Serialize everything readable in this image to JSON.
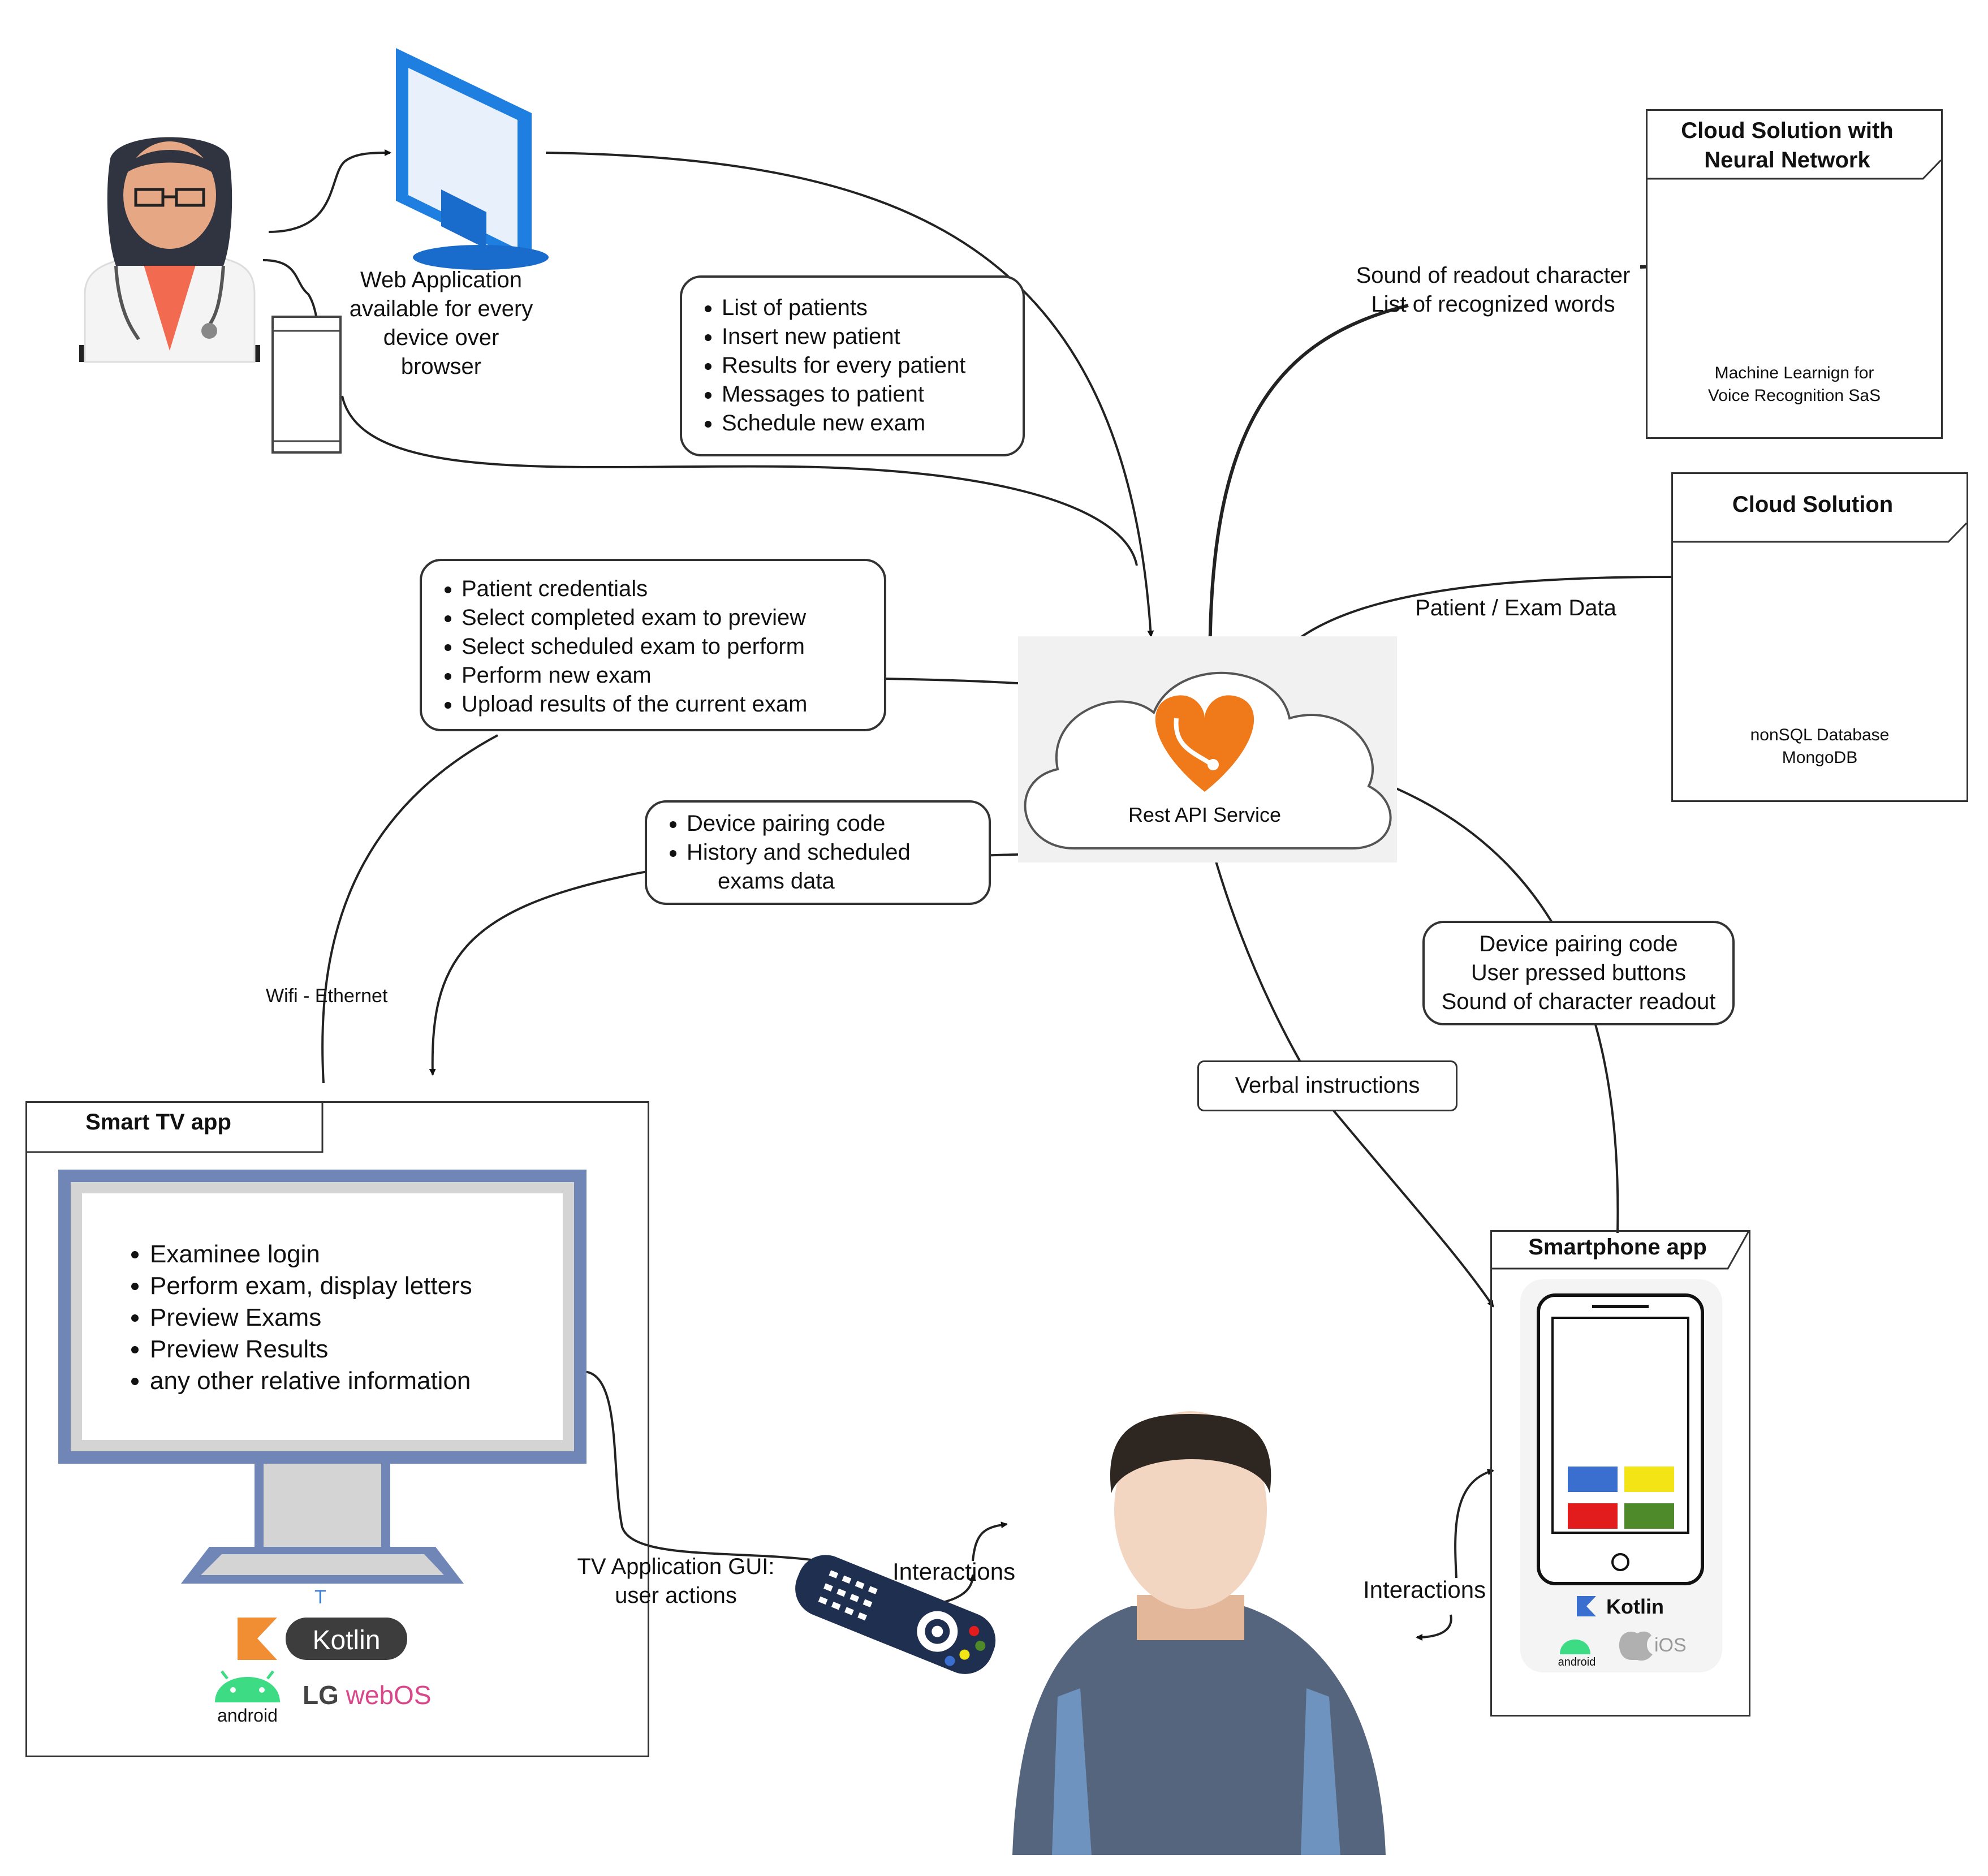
{
  "web_app_caption": [
    "Web  Application",
    "available for every",
    "device over",
    "browser"
  ],
  "doctor_actions": [
    "List of patients",
    "Insert new patient",
    "Results for every patient",
    "Messages to patient",
    "Schedule new exam"
  ],
  "voice_exchange": [
    "Sound of readout character",
    "List of recognized words"
  ],
  "cloud_nn": {
    "title_lines": [
      "Cloud Solution with",
      "Neural Network"
    ],
    "caption_lines": [
      "Machine Learnign for",
      "Voice Recognition SaS"
    ]
  },
  "cloud_db": {
    "title": "Cloud Solution",
    "caption_lines": [
      "nonSQL Database",
      "MongoDB"
    ]
  },
  "patient_exam_data": "Patient / Exam Data",
  "tv_actions": [
    "Patient credentials",
    "Select completed exam to preview",
    "Select scheduled exam to perform",
    "Perform new exam",
    "Upload results of the current exam"
  ],
  "rest_api": "Rest API Service",
  "tv_received": {
    "items": [
      "Device pairing code",
      "History and scheduled"
    ],
    "continuation": "exams data"
  },
  "connection_label": "Wifi - Ethernet",
  "phone_sends": [
    "Device pairing code",
    "User pressed buttons",
    "Sound of character readout"
  ],
  "verbal_instructions": "Verbal instructions",
  "smart_tv": {
    "title": "Smart TV app",
    "screen_items": [
      "Examinee login",
      "Perform exam, display letters",
      "Preview Exams",
      "Preview Results",
      "any other relative information"
    ],
    "stand_mark": "T",
    "kotlin": "Kotlin",
    "android": "android",
    "webos_lg": "LG",
    "webos_os": "webOS"
  },
  "tv_gui_caption": [
    "TV Application GUI:",
    "user actions"
  ],
  "interactions_remote": "Interactions",
  "interactions_phone": "Interactions",
  "smartphone": {
    "title": "Smartphone app",
    "kotlin": "Kotlin",
    "android": "android",
    "ios": "iOS"
  },
  "colors": {
    "monitor_blue": "#1f7fe0",
    "tv_frame": "#6f86b6",
    "heart_orange": "#f07a1a",
    "cloud_blue": "#5cb8e8",
    "container_purple": "#8a3aa8",
    "phone_blue": "#3a6fd0",
    "phone_yellow": "#f2e415",
    "phone_red": "#e21c1c",
    "phone_green": "#4f8a2a",
    "android_green": "#3ddc84",
    "kotlin_orange": "#f18e33",
    "webos_pink": "#d9468a"
  }
}
